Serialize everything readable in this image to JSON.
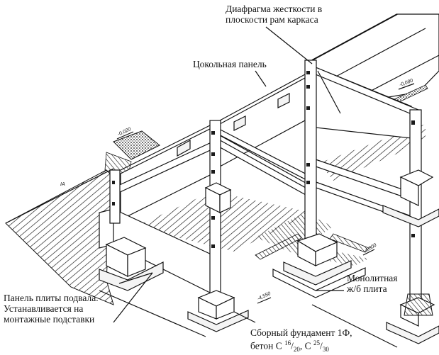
{
  "title": "Basement frame structure — axonometric drawing",
  "labels": {
    "diaphragm_line1": "Диафрагма жесткости в",
    "diaphragm_line2": "плоскости рам каркаса",
    "plinth_panel": "Цокольная панель",
    "basement_slab_line1": "Панель плиты подвала.",
    "basement_slab_line2": "Устанавливается на",
    "basement_slab_line3": "монтажные подставки",
    "monolithic_line1": "Монолитная",
    "monolithic_line2": "ж/б плита",
    "foundation_line1": "Сборный фундамент 1Ф,",
    "foundation_line2_prefix": "бетон  С ",
    "foundation_c1_sup": "16",
    "foundation_c1_sub": "20",
    "foundation_sep": ", С ",
    "foundation_c2_sup": "25",
    "foundation_c2_sub": "30"
  },
  "elevations": {
    "left_top": "-0,020",
    "right_top": "-0,080",
    "right_mid": "-4,800",
    "bottom": "-4,550",
    "small_mark": "ΙΑ"
  },
  "colors": {
    "ink": "#111111",
    "paper": "#ffffff"
  }
}
